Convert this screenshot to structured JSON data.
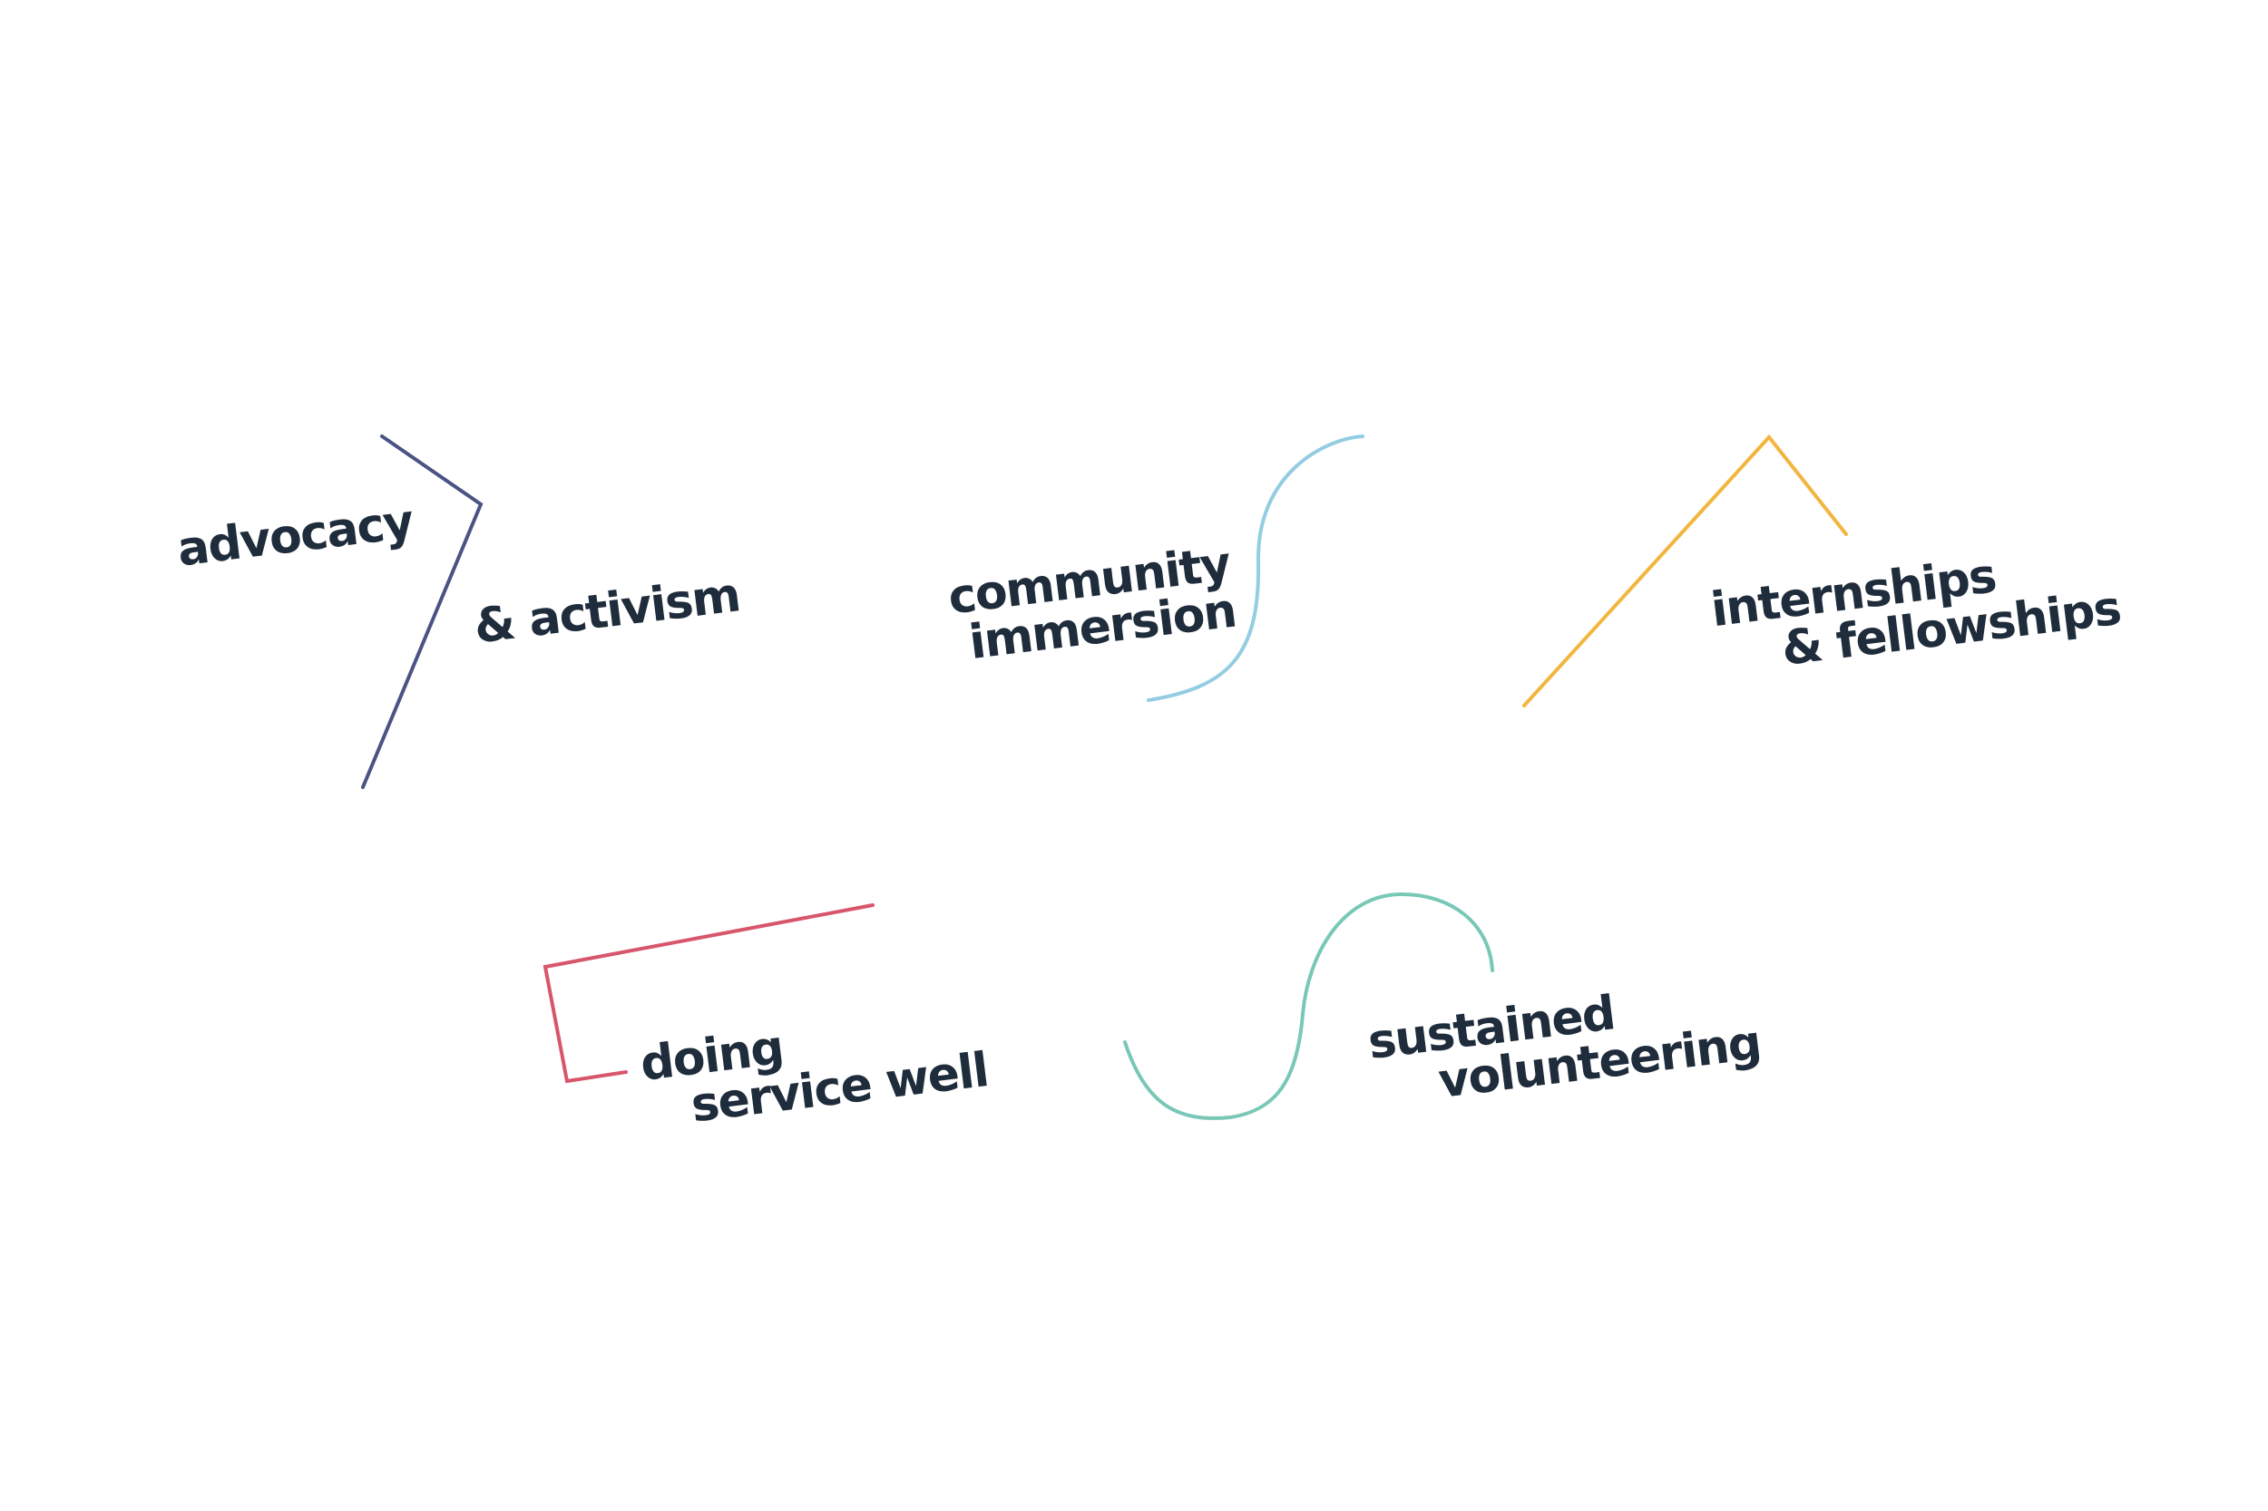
{
  "colors": {
    "text": "#1f2c3b",
    "advocacy_line": "#4a5384",
    "community_line": "#94cde1",
    "internships_line": "#f2b63f",
    "service_line": "#d8566b",
    "volunteering_line": "#79c8b7"
  },
  "labels": {
    "advocacy": "advocacy",
    "activism": "& activism",
    "community_line1": "community",
    "community_line2": "immersion",
    "internships_line1": "internships",
    "internships_line2": "& fellowships",
    "service_line1": "doing",
    "service_line2": "service well",
    "volunteering_line1": "sustained",
    "volunteering_line2": "volunteering"
  }
}
